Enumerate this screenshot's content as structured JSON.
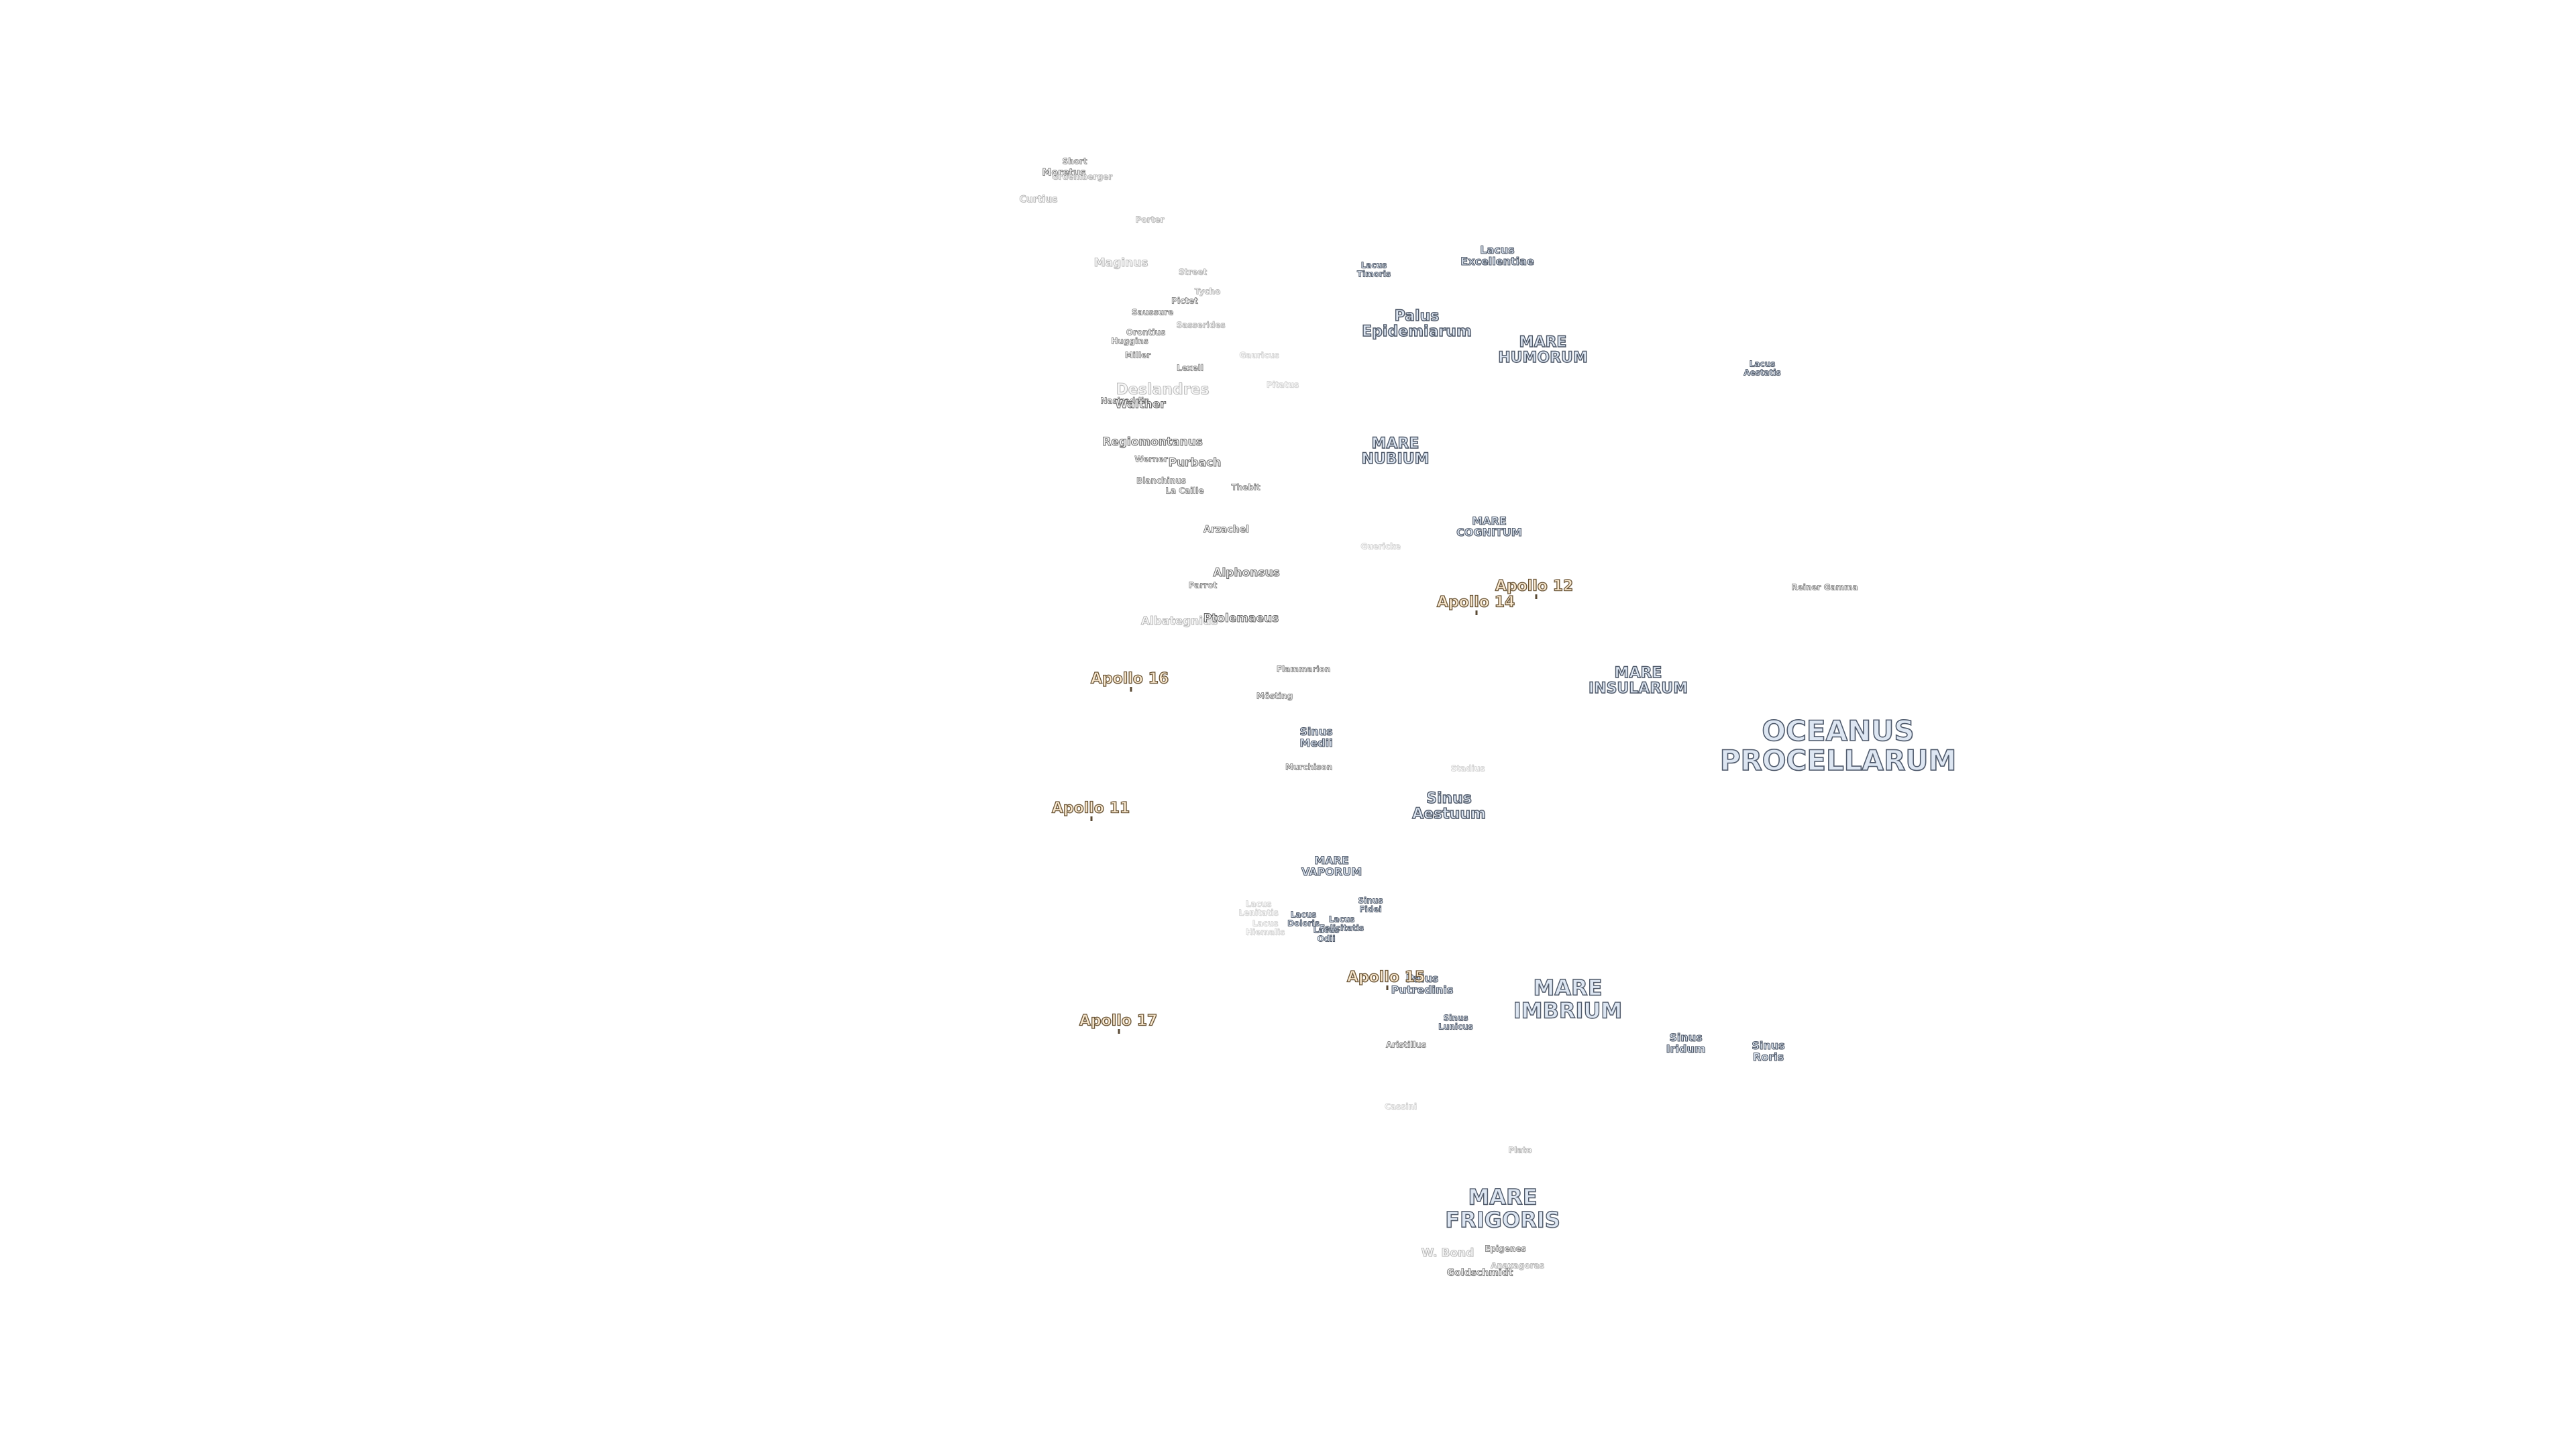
{
  "map": {
    "background": "#ffffff",
    "sea_fill": "#dde6f2",
    "sea_outline": "#505a6a",
    "crater_fill": "#f4f4f4",
    "crater_outline": "#6a6a6a",
    "apollo_fill": "#fbead0",
    "apollo_outline": "#6b5638"
  },
  "seas": [
    {
      "id": "oceanus-procellarum",
      "text": "OCEANUS\nPROCELLARUM",
      "size": "xl"
    },
    {
      "id": "mare-imbrium",
      "text": "MARE\nIMBRIUM",
      "size": "l"
    },
    {
      "id": "mare-frigoris",
      "text": "MARE\nFRIGORIS",
      "size": "l"
    },
    {
      "id": "mare-nubium",
      "text": "MARE\nNUBIUM",
      "size": "m"
    },
    {
      "id": "mare-humorum",
      "text": "MARE\nHUMORUM",
      "size": "m"
    },
    {
      "id": "mare-insularum",
      "text": "MARE\nINSULARUM",
      "size": "m"
    },
    {
      "id": "mare-cognitum",
      "text": "MARE\nCOGNITUM",
      "size": "s"
    },
    {
      "id": "mare-vaporum",
      "text": "MARE\nVAPORUM",
      "size": "s"
    },
    {
      "id": "palus-epidemiarum",
      "text": "Palus\nEpidemiarum",
      "size": "m"
    },
    {
      "id": "sinus-medii",
      "text": "Sinus\nMedii",
      "size": "s"
    },
    {
      "id": "sinus-aestuum",
      "text": "Sinus\nAestuum",
      "size": "m"
    },
    {
      "id": "sinus-iridum",
      "text": "Sinus\nIridum",
      "size": "s"
    },
    {
      "id": "sinus-roris",
      "text": "Sinus\nRoris",
      "size": "s"
    },
    {
      "id": "sinus-lunicus",
      "text": "Sinus\nLunicus",
      "size": "xs"
    },
    {
      "id": "sinus-fidei",
      "text": "Sinus\nFidei",
      "size": "xs"
    },
    {
      "id": "lacus-excellentiae",
      "text": "Lacus\nExcellentiae",
      "size": "s"
    },
    {
      "id": "lacus-timoris",
      "text": "Lacus\nTimoris",
      "size": "xs"
    },
    {
      "id": "lacus-aestatis",
      "text": "Lacus\nAestatis",
      "size": "xs"
    },
    {
      "id": "lacus-doloris",
      "text": "Lacus\nDoloris",
      "size": "xs"
    },
    {
      "id": "lacus-felicitatis",
      "text": "Lacus\nFelicitatis",
      "size": "xs"
    },
    {
      "id": "lacus-odii",
      "text": "Lacus\nOdii",
      "size": "xs"
    },
    {
      "id": "palus-putredinis",
      "text": "Palus\nPutredinis",
      "size": "s"
    }
  ],
  "craters": [
    {
      "id": "short",
      "text": "Short",
      "size": "xs",
      "style": ""
    },
    {
      "id": "moretus",
      "text": "Moretus",
      "size": "s",
      "style": ""
    },
    {
      "id": "gruemberger",
      "text": "Gruemberger",
      "size": "xs",
      "style": "faint2"
    },
    {
      "id": "curtius",
      "text": "Curtius",
      "size": "s",
      "style": "faint2"
    },
    {
      "id": "porter",
      "text": "Porter",
      "size": "xs",
      "style": "faint2"
    },
    {
      "id": "maginus",
      "text": "Maginus",
      "size": "m",
      "style": "faint2"
    },
    {
      "id": "street",
      "text": "Street",
      "size": "xs",
      "style": "faint2"
    },
    {
      "id": "tycho",
      "text": "Tycho",
      "size": "xs",
      "style": "faint2"
    },
    {
      "id": "pictet",
      "text": "Pictet",
      "size": "xs",
      "style": ""
    },
    {
      "id": "saussure",
      "text": "Saussure",
      "size": "xs",
      "style": ""
    },
    {
      "id": "sasserides",
      "text": "Sasserides",
      "size": "xs",
      "style": "faint2"
    },
    {
      "id": "orontius",
      "text": "Orontius",
      "size": "xs",
      "style": ""
    },
    {
      "id": "huggins",
      "text": "Huggins",
      "size": "xs",
      "style": ""
    },
    {
      "id": "miller",
      "text": "Miller",
      "size": "xs",
      "style": ""
    },
    {
      "id": "lexell",
      "text": "Lexell",
      "size": "xs",
      "style": ""
    },
    {
      "id": "gauricus",
      "text": "Gauricus",
      "size": "xs",
      "style": "faint"
    },
    {
      "id": "pitatus",
      "text": "Pitatus",
      "size": "xs",
      "style": "faint"
    },
    {
      "id": "deslandres",
      "text": "Deslandres",
      "size": "l",
      "style": "faint2"
    },
    {
      "id": "nasireddin",
      "text": "Nasireddin",
      "size": "xs",
      "style": ""
    },
    {
      "id": "walther",
      "text": "Walther",
      "size": "m",
      "style": ""
    },
    {
      "id": "regiomontanus",
      "text": "Regiomontanus",
      "size": "m",
      "style": ""
    },
    {
      "id": "werner",
      "text": "Werner",
      "size": "xs",
      "style": ""
    },
    {
      "id": "purbach",
      "text": "Purbach",
      "size": "m",
      "style": ""
    },
    {
      "id": "blanchinus",
      "text": "Blanchinus",
      "size": "xs",
      "style": ""
    },
    {
      "id": "la-caille",
      "text": "La Caille",
      "size": "xs",
      "style": ""
    },
    {
      "id": "thebit",
      "text": "Thebit",
      "size": "xs",
      "style": ""
    },
    {
      "id": "arzachel",
      "text": "Arzachel",
      "size": "s",
      "style": ""
    },
    {
      "id": "guericke",
      "text": "Guericke",
      "size": "xs",
      "style": "faint"
    },
    {
      "id": "alphonsus",
      "text": "Alphonsus",
      "size": "m",
      "style": ""
    },
    {
      "id": "parrot",
      "text": "Parrot",
      "size": "xs",
      "style": ""
    },
    {
      "id": "albategnius",
      "text": "Albategnius",
      "size": "m",
      "style": "faint2"
    },
    {
      "id": "ptolemaeus",
      "text": "Ptolemaeus",
      "size": "m",
      "style": ""
    },
    {
      "id": "flammarion",
      "text": "Flammarion",
      "size": "xs",
      "style": ""
    },
    {
      "id": "mosting",
      "text": "Mösting",
      "size": "xs",
      "style": ""
    },
    {
      "id": "murchison",
      "text": "Murchison",
      "size": "xs",
      "style": ""
    },
    {
      "id": "stadius",
      "text": "Stadius",
      "size": "xs",
      "style": "faint"
    },
    {
      "id": "lacus-lenitatis",
      "text": "Lacus\nLenitatis",
      "size": "xs",
      "style": "faint"
    },
    {
      "id": "lacus-hiemalis",
      "text": "Lacus\nHiemalis",
      "size": "xs",
      "style": "faint"
    },
    {
      "id": "aristillus",
      "text": "Aristillus",
      "size": "xs",
      "style": ""
    },
    {
      "id": "cassini",
      "text": "Cassini",
      "size": "xs",
      "style": "faint"
    },
    {
      "id": "plato",
      "text": "Plato",
      "size": "xs",
      "style": "faint2"
    },
    {
      "id": "w-bond",
      "text": "W. Bond",
      "size": "m",
      "style": "faint2"
    },
    {
      "id": "epigenes",
      "text": "Epigenes",
      "size": "xs",
      "style": ""
    },
    {
      "id": "anaxagoras",
      "text": "Anaxagoras",
      "size": "xs",
      "style": "faint2"
    },
    {
      "id": "goldschmidt",
      "text": "Goldschmidt",
      "size": "s",
      "style": ""
    }
  ],
  "apollo": [
    {
      "id": "apollo-12",
      "text": "Apollo 12"
    },
    {
      "id": "apollo-14",
      "text": "Apollo 14"
    },
    {
      "id": "apollo-16",
      "text": "Apollo 16"
    },
    {
      "id": "apollo-11",
      "text": "Apollo 11"
    },
    {
      "id": "apollo-15",
      "text": "Apollo 15"
    },
    {
      "id": "apollo-17",
      "text": "Apollo 17"
    }
  ],
  "misc": {
    "reiner_gamma": "Reiner Gamma"
  }
}
